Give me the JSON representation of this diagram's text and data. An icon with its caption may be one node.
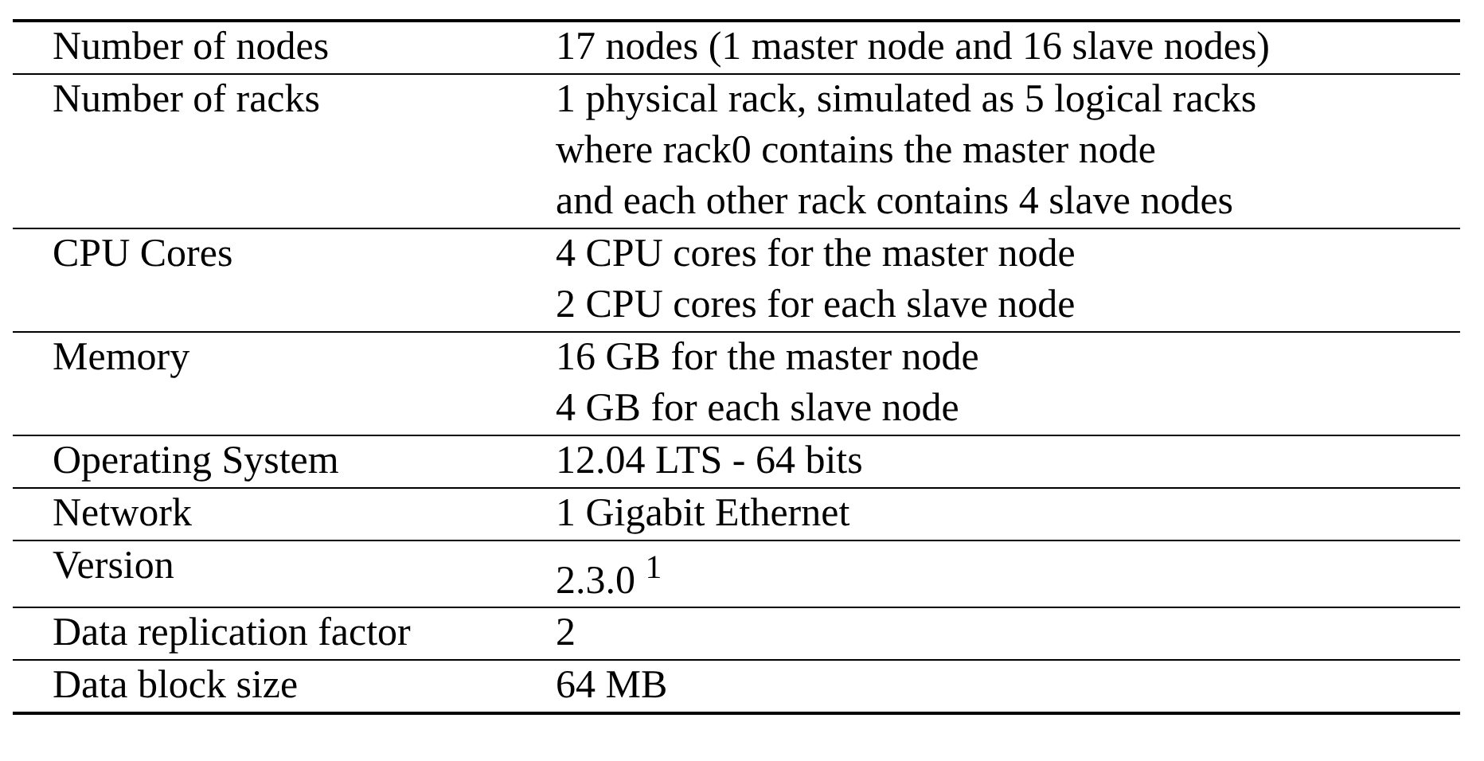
{
  "diagram": {
    "labels": [
      "Number of nodes",
      "17 nodes (1 master node and 16 slave nodes)",
      "Number of racks",
      "1 physical rack, simulated as 5 logical racks",
      "where rack0 contains the master node",
      "and each other rack contains 4 slave nodes",
      "CPU Cores",
      "4 CPU cores for the master node",
      "2 CPU cores for each slave node",
      "Memory",
      "16 GB for the master node",
      "4 GB for each slave node",
      "Operating System",
      "12.04 LTS - 64 bits",
      "Network",
      "1 Gigabit Ethernet",
      "Version",
      "2.3.0 $^{1}$",
      "Data replication factor",
      "2",
      "Data block size",
      "64 MB"
    ]
  }
}
